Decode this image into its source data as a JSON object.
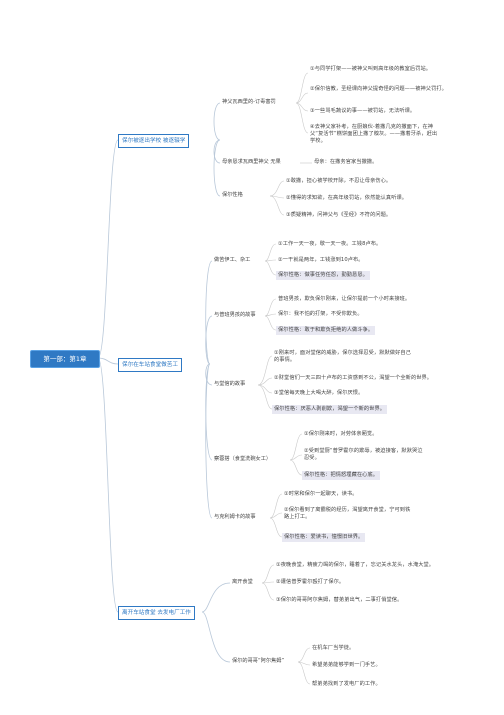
{
  "root": {
    "label": "第一部：第1章"
  },
  "branches": [
    {
      "label": "保尔被逐出学校 被逐辍学",
      "children": [
        {
          "label": "神父瓦西里的-订毒害罚",
          "leaves": [
            "①与同学打架——被神父叫到高年级的教室后罚站。",
            "②保尔信教，圣经课向神父提奇怪的问题——被神父罚打。",
            "③一些骂毛蔬议的事——被罚站，无法听课。",
            "④去神父家补考，在厨娘伙-着撒几克的撒面下，在神父“复活节”糕饼面团上撒了糗灰。——撒着牙杀，赶出学校。"
          ]
        },
        {
          "label": "母亲恳求瓦西里神父 无果",
          "leaves": [
            "母亲：在撒务官家当撒撒。"
          ]
        },
        {
          "label": "保尔性格",
          "leaves": [
            "①敢撒，担心被学校开除，不忍让母亲伤心。",
            "②懂得的求知欲，在高年级罚站，依然能认真听课。",
            "③质疑精神，问神父与《圣经》不符的问题。"
          ]
        }
      ]
    },
    {
      "label": "保尔在车站食堂做苦工",
      "children": [
        {
          "label": "做苦伊工、杂工",
          "leaves": [
            "①工作一天一夜，歇一天一夜。工钱8卢布。",
            "②一干就是两年，工钱涨到10卢布。",
            "保尔性格：做事任劳任怨，勤勤恳恳。"
          ]
        },
        {
          "label": "与普班男孩的故事",
          "leaves": [
            "普班男孩，欺负保尔刚来，让保尔提前一个小时来接班。",
            "保尔：我不怕的打架，不受你欺负。",
            "保尔性格：敢于和欺负拒绝的人做斗争。"
          ]
        },
        {
          "label": "与堂倌的故事",
          "leaves": [
            "①刚来时，面对堂倌的威胁，保尔选择忍受，默默做好自己的事情。",
            "②财堂倌们一天三四十卢布的工资感到不公，渴望一个全新的世界。",
            "③堂倌每天晚上大喝大醉，保尔厌恨。",
            "保尔性格：厌恶人剥削欺，渴望一个新的世界。"
          ]
        },
        {
          "label": "察蓉搭（食堂洗碗女工）",
          "leaves": [
            "①保尔刚来时，对劳体亲厢觉。",
            "②受到堂厨“普罗霍尔的欺辱，被迫接客，默默哭泣忍受。",
            "保尔性格：把情怒埋藏在心底。"
          ]
        },
        {
          "label": "与克利姆卡的故事",
          "leaves": [
            "①时常和保尔一起聊天，读书。",
            "②保尔看到了离霸税的经历，渴望离开食堂，宁可到铁路上打工。",
            "保尔性格：爱读书，憧憬旧世界。"
          ]
        }
      ]
    },
    {
      "label": "离开车站食堂 去发电厂工作",
      "children": [
        {
          "label": "离开食堂",
          "leaves": [
            "①夜晚食堂，精疲力竭的保尔，睡着了，忘记关水龙头，水淹大堂。",
            "②遭信普罗霍尔殴打了保尔。",
            "③保尔的哥哥阿尔焦姆，替弟弟出气，二事打俏堂倌。"
          ]
        },
        {
          "label": "保尔的哥哥“阿尔焦姆”",
          "leaves": [
            "在机车厂当学徒。",
            "希望弟弟能够学到一门手艺。",
            "帮弟弟找到了发电厂的工作。"
          ]
        }
      ]
    }
  ]
}
